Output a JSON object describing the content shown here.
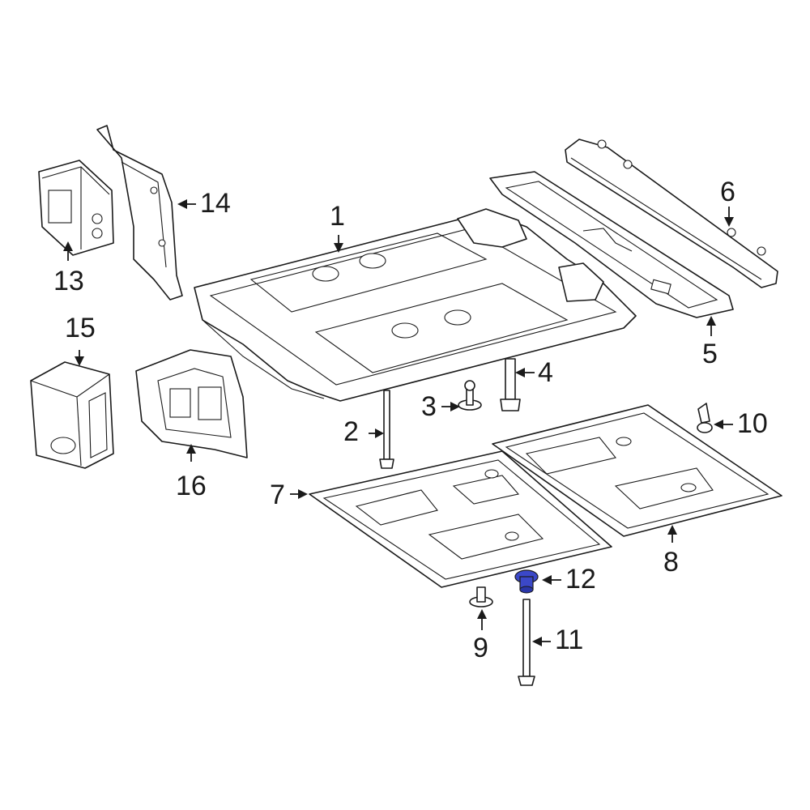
{
  "callouts": [
    {
      "id": "1",
      "label": "1"
    },
    {
      "id": "2",
      "label": "2"
    },
    {
      "id": "3",
      "label": "3"
    },
    {
      "id": "4",
      "label": "4"
    },
    {
      "id": "5",
      "label": "5"
    },
    {
      "id": "6",
      "label": "6"
    },
    {
      "id": "7",
      "label": "7"
    },
    {
      "id": "8",
      "label": "8"
    },
    {
      "id": "9",
      "label": "9"
    },
    {
      "id": "10",
      "label": "10"
    },
    {
      "id": "11",
      "label": "11"
    },
    {
      "id": "12",
      "label": "12"
    },
    {
      "id": "13",
      "label": "13"
    },
    {
      "id": "14",
      "label": "14"
    },
    {
      "id": "15",
      "label": "15"
    },
    {
      "id": "16",
      "label": "16"
    }
  ],
  "colors": {
    "line": "#1a1a1a",
    "background": "#ffffff",
    "highlight": "#3b48c8"
  },
  "highlighted_part": "12"
}
